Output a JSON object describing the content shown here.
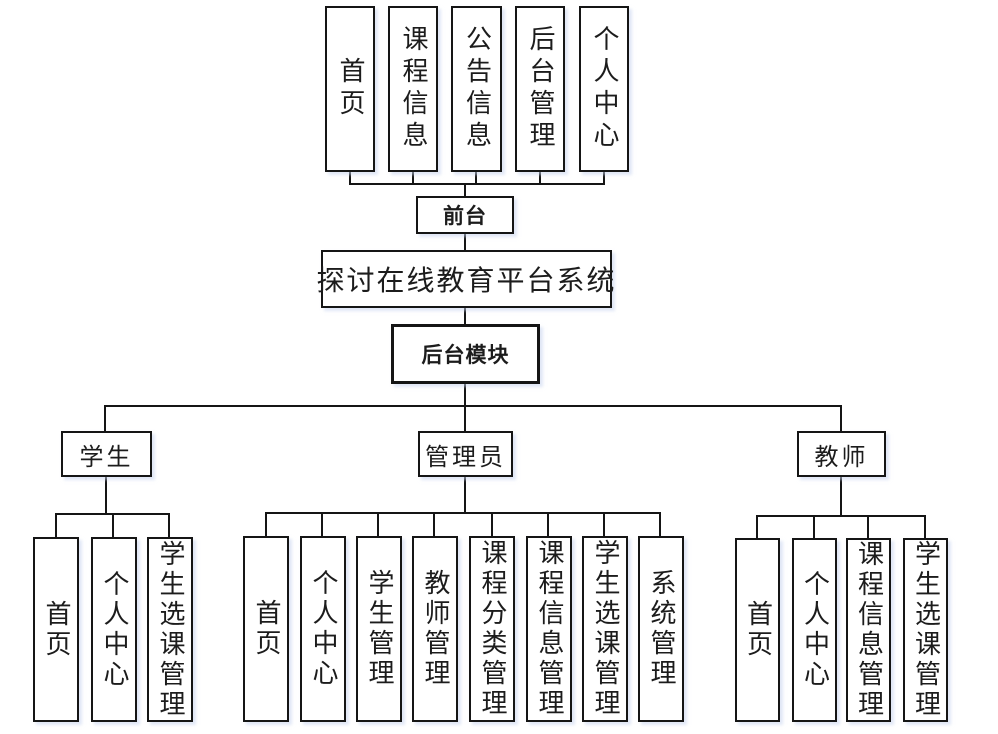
{
  "title": "探讨在线教育平台系统",
  "front": {
    "label": "前台",
    "pages": [
      {
        "label": "首页"
      },
      {
        "label": "课程信息"
      },
      {
        "label": "公告信息"
      },
      {
        "label": "后台管理"
      },
      {
        "label": "个人中心"
      }
    ]
  },
  "back": {
    "label": "后台模块",
    "roles": [
      {
        "label": "学生",
        "pages": [
          {
            "label": "首页"
          },
          {
            "label": "个人中心"
          },
          {
            "label": "学生选课管理"
          }
        ]
      },
      {
        "label": "管理员",
        "pages": [
          {
            "label": "首页"
          },
          {
            "label": "个人中心"
          },
          {
            "label": "学生管理"
          },
          {
            "label": "教师管理"
          },
          {
            "label": "课程分类管理"
          },
          {
            "label": "课程信息管理"
          },
          {
            "label": "学生选课管理"
          },
          {
            "label": "系统管理"
          }
        ]
      },
      {
        "label": "教师",
        "pages": [
          {
            "label": "首页"
          },
          {
            "label": "个人中心"
          },
          {
            "label": "课程信息管理"
          },
          {
            "label": "学生选课管理"
          }
        ]
      }
    ]
  },
  "colors": {
    "line": "#151515",
    "box_border": "#151515",
    "box_fill": "#ffffff",
    "background": "#ffffff",
    "text": "#1c1c1c"
  }
}
